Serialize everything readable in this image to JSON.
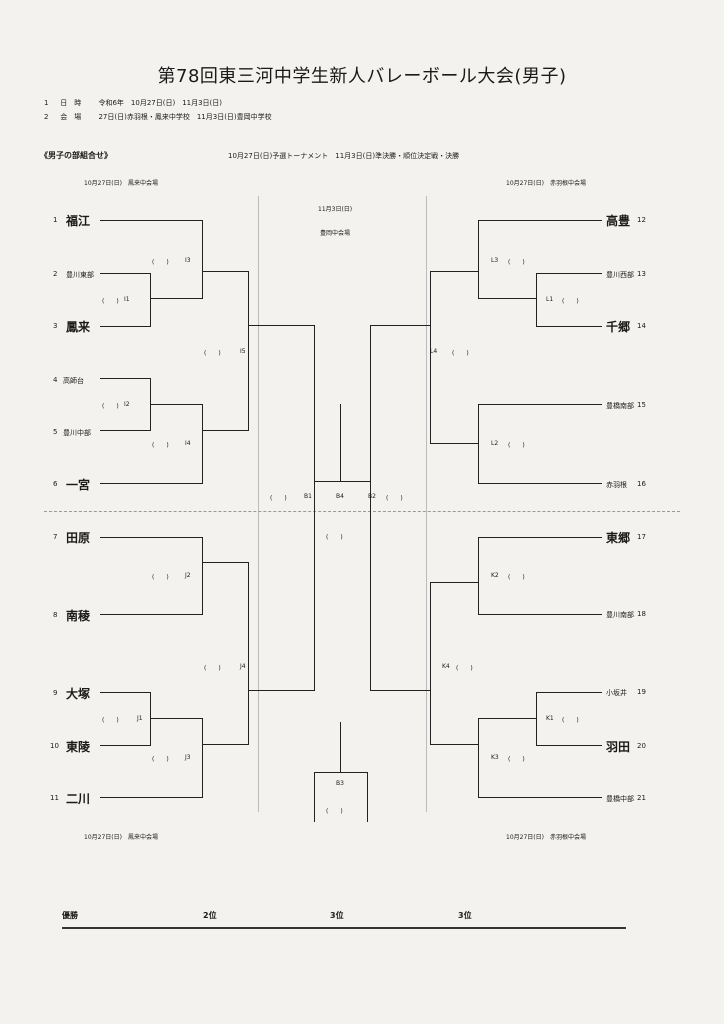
{
  "title": "第78回東三河中学生新人バレーボール大会(男子)",
  "info": {
    "row1": {
      "num": "1",
      "label": "日　時",
      "value": "令和6年　10月27日(日)　11月3日(日)"
    },
    "row2": {
      "num": "2",
      "label": "会　場",
      "value": "27日(日)赤羽根・鳳来中学校　11月3日(日)豊岡中学校"
    }
  },
  "section_title": "《男子の部組合せ》",
  "schedule_note": "10月27日(日)予選トーナメント　11月3日(日)準決勝・順位決定戦・決勝",
  "venues": {
    "top_left": "10月27日(日)　鳳来中会場",
    "top_right": "10月27日(日)　赤羽根中会場",
    "center_date": "11月3日(日)",
    "center_venue": "豊岡中会場",
    "bottom_left": "10月27日(日)　鳳来中会場",
    "bottom_right": "10月27日(日)　赤羽根中会場"
  },
  "teams": [
    {
      "num": "1",
      "name": "福江"
    },
    {
      "num": "2",
      "name": "豊川東部"
    },
    {
      "num": "3",
      "name": "鳳来"
    },
    {
      "num": "4",
      "name": "高師台"
    },
    {
      "num": "5",
      "name": "豊川中部"
    },
    {
      "num": "6",
      "name": "一宮"
    },
    {
      "num": "7",
      "name": "田原"
    },
    {
      "num": "8",
      "name": "南稜"
    },
    {
      "num": "9",
      "name": "大塚"
    },
    {
      "num": "10",
      "name": "東陵"
    },
    {
      "num": "11",
      "name": "二川"
    },
    {
      "num": "12",
      "name": "高豊"
    },
    {
      "num": "13",
      "name": "豊川西部"
    },
    {
      "num": "14",
      "name": "千郷"
    },
    {
      "num": "15",
      "name": "豊橋南部"
    },
    {
      "num": "16",
      "name": "赤羽根"
    },
    {
      "num": "17",
      "name": "東郷"
    },
    {
      "num": "18",
      "name": "豊川南部"
    },
    {
      "num": "19",
      "name": "小坂井"
    },
    {
      "num": "20",
      "name": "羽田"
    },
    {
      "num": "21",
      "name": "豊橋中部"
    }
  ],
  "matches": {
    "I1": "I1",
    "I2": "I2",
    "I3": "I3",
    "I4": "I4",
    "I5": "I5",
    "J1": "J1",
    "J2": "J2",
    "J3": "J3",
    "J4": "J4",
    "L1": "L1",
    "L2": "L2",
    "L3": "L3",
    "L4": "L4",
    "K1": "K1",
    "K2": "K2",
    "K3": "K3",
    "K4": "K4",
    "B1": "B1",
    "B2": "B2",
    "B3": "B3",
    "B4": "B4"
  },
  "score_blank": "(　　)",
  "results": {
    "winner": "優勝",
    "second": "2位",
    "third_a": "3位",
    "third_b": "3位"
  }
}
